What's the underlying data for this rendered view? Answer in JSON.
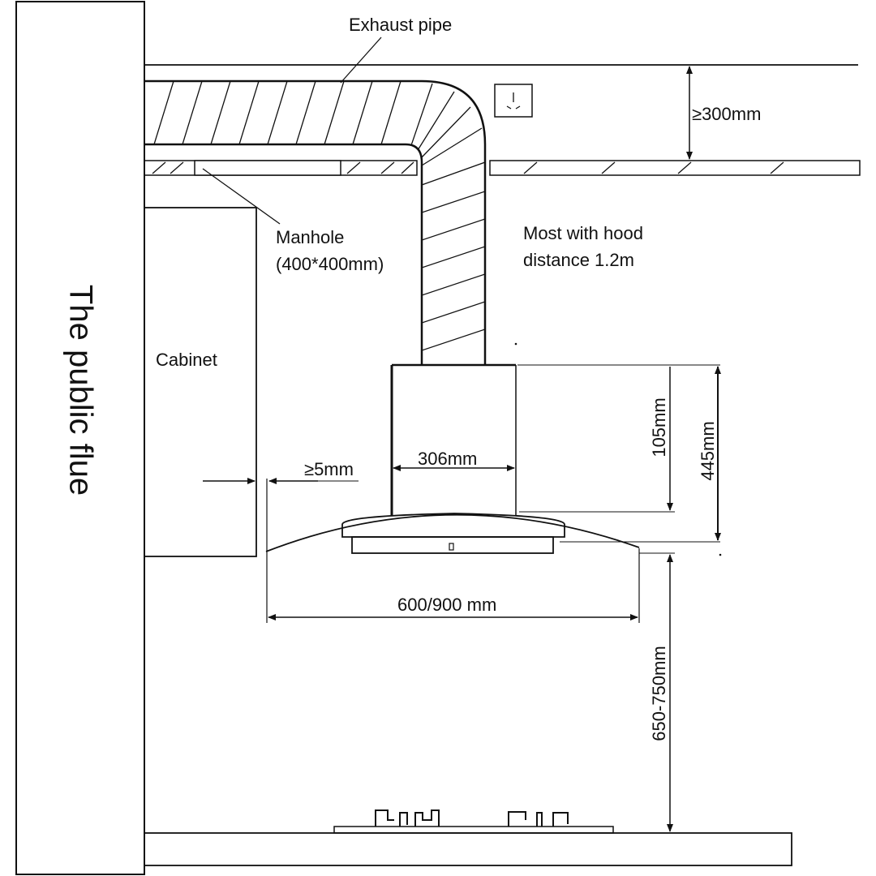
{
  "labels": {
    "public_flue": "The public flue",
    "exhaust_pipe": "Exhaust pipe",
    "ceiling_gap": "≥300mm",
    "manhole_line1": "Manhole",
    "manhole_line2": "(400*400mm)",
    "hood_distance_line1": "Most with hood",
    "hood_distance_line2": "distance 1.2m",
    "cabinet": "Cabinet",
    "cabinet_gap": "≥5mm",
    "chimney_width": "306mm",
    "canopy_height": "105mm",
    "total_height": "445mm",
    "hood_width": "600/900 mm",
    "hob_clearance": "650-750mm"
  },
  "colors": {
    "line": "#111111",
    "background": "#ffffff"
  },
  "icons": {
    "ceiling_socket": "socket-icon",
    "burners": "burner-icon"
  }
}
